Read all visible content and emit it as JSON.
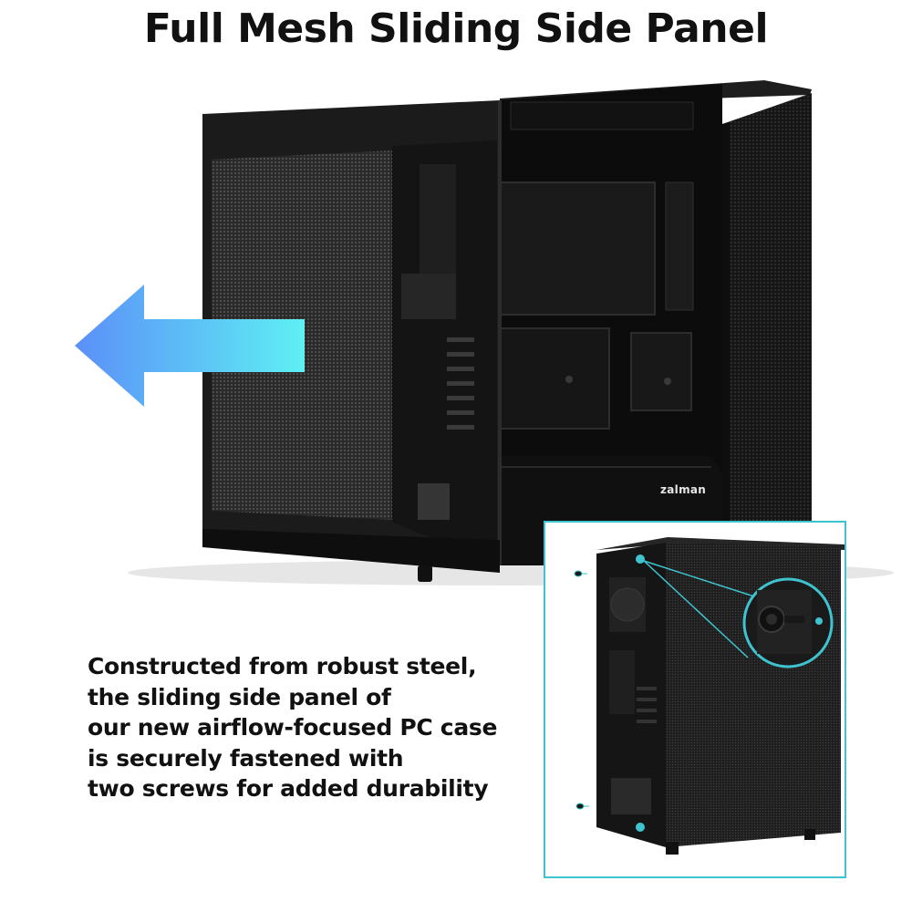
{
  "header": {
    "title": "Full Mesh Sliding Side Panel"
  },
  "product": {
    "brand_mark": "zalman"
  },
  "description": {
    "lines": [
      "Constructed from robust steel,",
      "the sliding side panel of",
      "our new airflow-focused PC case",
      "is securely fastened with",
      "two screws for added durability"
    ]
  },
  "colors": {
    "accent_teal": "#3ec3cf",
    "arrow_start": "#5b8ff9",
    "arrow_end": "#5ef0f3",
    "case_body": "#141414"
  },
  "icons": {
    "slide_direction": "arrow-left-icon",
    "screw": "screw-icon"
  }
}
